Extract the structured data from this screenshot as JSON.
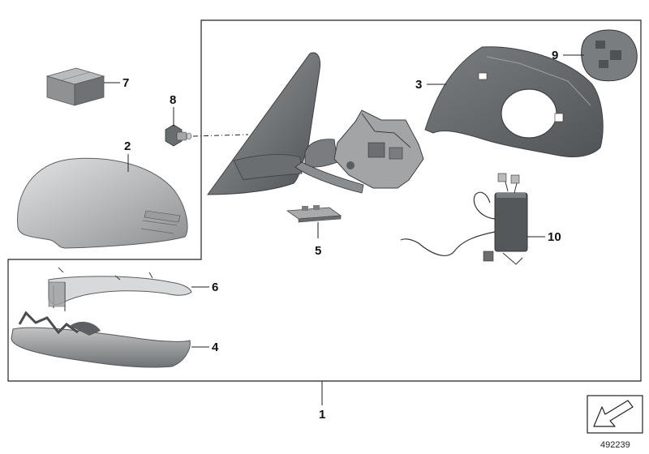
{
  "diagram": {
    "callouts": [
      {
        "id": "1",
        "label": "1"
      },
      {
        "id": "2",
        "label": "2"
      },
      {
        "id": "3",
        "label": "3"
      },
      {
        "id": "4",
        "label": "4"
      },
      {
        "id": "5",
        "label": "5"
      },
      {
        "id": "6",
        "label": "6"
      },
      {
        "id": "7",
        "label": "7"
      },
      {
        "id": "8",
        "label": "8"
      },
      {
        "id": "9",
        "label": "9"
      },
      {
        "id": "10",
        "label": "10"
      }
    ],
    "document_number": "492239",
    "colors": {
      "part_gray": "#8f9193",
      "part_dark": "#5d6062",
      "part_light": "#c9cbcc",
      "line": "#222222"
    },
    "icons": {
      "navigation": "arrow-icon"
    }
  }
}
